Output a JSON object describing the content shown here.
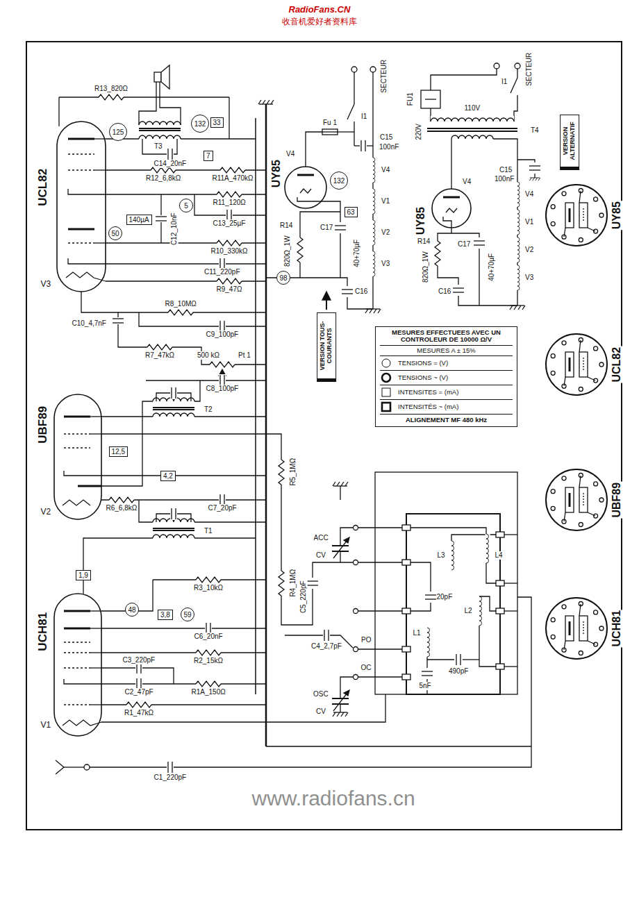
{
  "diagram": {
    "nodes": [
      {
        "text": [
          "132"
        ]
      },
      {
        "text": [
          "33"
        ]
      },
      {
        "text": [
          "125"
        ]
      },
      {
        "text": [
          "7"
        ]
      },
      {
        "text": [
          "5"
        ]
      },
      {
        "text": [
          "140µA"
        ]
      },
      {
        "text": [
          "50"
        ]
      },
      {
        "text": [
          "132"
        ]
      },
      {
        "text": [
          "63"
        ]
      },
      {
        "text": [
          "98"
        ]
      },
      {
        "text": [
          "VERSION ALTERNATIF"
        ]
      },
      {
        "text": [
          "VERSION TOUS-COURANTS"
        ]
      },
      {
        "text": [
          "MESURES EFFECTUEES AVEC UN CONTROLEUR DE 10000 Ω/V",
          "MESURES A ± 15%",
          "ALIGNEMENT MF 480 kHz"
        ]
      },
      {
        "text": [
          "12,5"
        ]
      },
      {
        "text": [
          "4,2"
        ]
      },
      {
        "text": [
          "1,9"
        ]
      },
      {
        "text": [
          "48"
        ]
      },
      {
        "text": [
          "3,8"
        ]
      },
      {
        "text": [
          "59"
        ]
      }
    ],
    "labels": [
      "RadioFans.CN",
      "收音机爱好者资料库",
      "www.radiofans.cn",
      "UCL82",
      "V3",
      "UBF89",
      "V2",
      "UCH81",
      "V1",
      "R13_820Ω",
      "T3",
      "C14_20nF",
      "R12_6,8kΩ",
      "R11A_470kΩ",
      "R11_120Ω",
      "C13_25µF",
      "C12_10nF",
      "R10_330kΩ",
      "C11_220pF",
      "R9_47Ω",
      "R8_10MΩ",
      "C10_4,7nF",
      "C9_100pF",
      "R7_47kΩ",
      "Pt 1",
      "500 kΩ",
      "C8_100pF",
      "T2",
      "R5_1MΩ",
      "R6_6,8kΩ",
      "C7_20pF",
      "T1",
      "R4_1MΩ",
      "R3_10kΩ",
      "C6_20nF",
      "R2_15kΩ",
      "C3_220pF",
      "C2_47pF",
      "R1A_150Ω",
      "R1_47kΩ",
      "C1_220pF",
      "C5_220pF",
      "C4_2,7pF",
      "ACC",
      "CV",
      "OSC",
      "CV",
      "PO",
      "OC",
      "L4",
      "L3",
      "L2",
      "L1",
      "490pF",
      "20pF",
      "5nF",
      "Fu 1",
      "I1",
      "SECTEUR",
      "C15",
      "100nF",
      "UY85",
      "V4",
      "V4",
      "V1",
      "V2",
      "V3",
      "R14",
      "820Ω_1W",
      "C17",
      "C16",
      "40+70µF",
      "FU1",
      "I1",
      "SECTEUR",
      "220V",
      "110V",
      "T4",
      "C15",
      "100nF",
      "UY85",
      "V4",
      "V4",
      "V1",
      "V2",
      "V3",
      "R14",
      "820Ω_1W",
      "C17",
      "C16",
      "40+70µF",
      "UY85",
      "UCL82",
      "UBF89",
      "UCH81"
    ],
    "legend": [
      {
        "text": "TENSIONS = (V)"
      },
      {
        "text": "TENSIONS ~ (V)"
      },
      {
        "text": "INTENSITES = (mA)"
      },
      {
        "text": "INTENSITÉS ~ (mA)"
      }
    ]
  }
}
